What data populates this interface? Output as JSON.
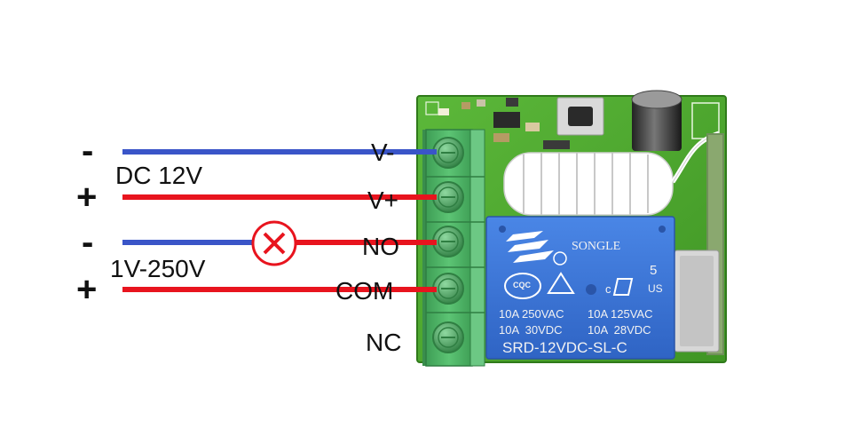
{
  "power_input": {
    "label": "DC 12V",
    "negative_sign": "-",
    "positive_sign": "+"
  },
  "load_circuit": {
    "label": "1V-250V",
    "negative_sign": "-",
    "positive_sign": "+"
  },
  "terminals": {
    "v_minus": "V-",
    "v_plus": "V+",
    "no": "NO",
    "com": "COM",
    "nc": "NC"
  },
  "relay": {
    "brand": "SONGLE",
    "cert_cqc": "CQC",
    "cert_c": "c",
    "cert_us": "US",
    "cert_number": "5",
    "rating_line1_left": "10A 250VAC",
    "rating_line1_right": "10A 125VAC",
    "rating_line2_left": "10A  30VDC",
    "rating_line2_right": "10A  28VDC",
    "model": "SRD-12VDC-SL-C"
  },
  "colors": {
    "wire_negative": "#3a55c8",
    "wire_positive": "#e8141e",
    "pcb": "#4fa82e",
    "terminal_block": "#4cae62",
    "relay_body": "#3f78d8",
    "load_symbol": "#e8141e"
  }
}
